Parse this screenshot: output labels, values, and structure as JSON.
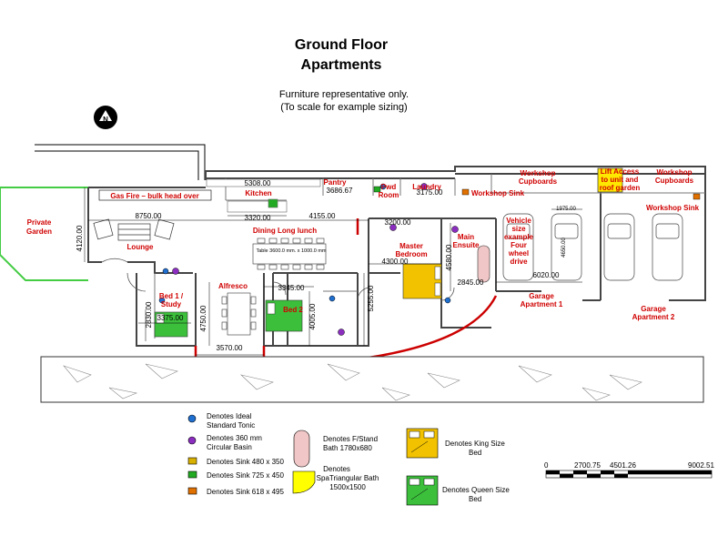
{
  "title": {
    "line1": "Ground Floor",
    "line2": "Apartments"
  },
  "subtitle": {
    "line1": "Furniture representative only.",
    "line2": "(To scale for example sizing)"
  },
  "north_label": "N",
  "rooms": {
    "private_garden": {
      "line1": "Private",
      "line2": "Garden"
    },
    "gas_fire": "Gas Fire – bulk head over",
    "lounge": "Lounge",
    "kitchen": "Kitchen",
    "pantry": "Pantry",
    "pwd_room": {
      "line1": "Pwd",
      "line2": "Room"
    },
    "laundry": "Laundry",
    "workshop_sink_1": "Workshop Sink",
    "workshop_cupboards_1": {
      "line1": "Workshop",
      "line2": "Cupboards"
    },
    "lift_access": {
      "line1": "Lift Access",
      "line2": "to unit and",
      "line3": "roof garden"
    },
    "workshop_cupboards_2": {
      "line1": "Workshop",
      "line2": "Cupboards"
    },
    "workshop_sink_2": "Workshop Sink",
    "dining": "Dining Long lunch",
    "table_note": "Table 3600.0 mm. x 1000.0 mm",
    "master_bedroom": {
      "line1": "Master",
      "line2": "Bedroom"
    },
    "main_ensuite": {
      "line1": "Main",
      "line2": "Ensuite"
    },
    "vehicle_note": {
      "line1": "Vehicle",
      "line2": "size",
      "line3": "example",
      "line4": "Four",
      "line5": "wheel",
      "line6": "drive"
    },
    "bed1": {
      "line1": "Bed 1 /",
      "line2": "Study"
    },
    "alfresco": "Alfresco",
    "bed2": "Bed 2",
    "garage1": {
      "line1": "Garage",
      "line2": "Apartment 1"
    },
    "garage2": {
      "line1": "Garage",
      "line2": "Apartment 2"
    }
  },
  "dimensions": {
    "d5308": "5308.00",
    "d3686": "3686.67",
    "d3175": "3175.00",
    "d8750": "8750.00",
    "d3320": "3320.00",
    "d4155": "4155.00",
    "d3200": "3200.00",
    "d4120": "4120.00",
    "d4300": "4300.00",
    "d4580": "4580.00",
    "d1975": "1975.00",
    "d4650": "4650.00",
    "d6020": "6020.00",
    "d2845": "2845.00",
    "d3345": "3345.00",
    "d5255": "5255.00",
    "d2830": "2830.00",
    "d3375": "3375.00",
    "d4750": "4750.00",
    "d4005": "4005.00",
    "d3570": "3570.00"
  },
  "legend": {
    "toilet": {
      "line1": "Denotes Ideal",
      "line2": "Standard Tonic"
    },
    "basin": {
      "line1": "Denotes 360 mm",
      "line2": "Circular Basin"
    },
    "sink480": "Denotes Sink 480 x 350",
    "sink725": "Denotes Sink 725 x 450",
    "sink618": "Denotes Sink 618 x 495",
    "fstand_bath": {
      "line1": "Denotes F/Stand",
      "line2": "Bath 1780x680"
    },
    "spa_bath": {
      "line1": "Denotes",
      "line2": "SpaTriangular Bath",
      "line3": "1500x1500"
    },
    "king_bed": {
      "line1": "Denotes King Size",
      "line2": "Bed"
    },
    "queen_bed": {
      "line1": "Denotes Queen Size",
      "line2": "Bed"
    }
  },
  "scale_bar": {
    "t0": "0",
    "t1": "2700.75",
    "t2": "4501.26",
    "t3": "9002.51"
  },
  "colors": {
    "room_label": "#d00000",
    "garden_line": "#44cc44",
    "wall_red": "#cc0000",
    "king_bed": "#f2c200",
    "queen_bed": "#3cc03c",
    "lift": "#ffe800",
    "bath": "#f0c6c6"
  }
}
